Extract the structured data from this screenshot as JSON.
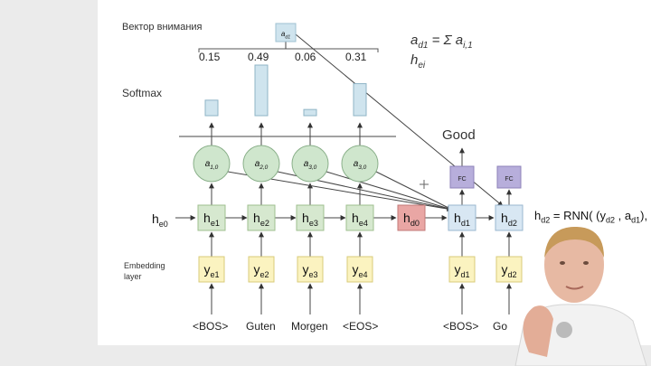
{
  "slide": {
    "title": "Вектор внимания",
    "attention_top_label": "a",
    "attention_top_sub": "d1",
    "formula_a": "a",
    "formula_a_sub": "d1",
    "formula_a_rest": " = Σ a",
    "formula_a_rest_sub": "i,1",
    "formula_h": "h",
    "formula_h_sub": "ei",
    "softmax_label": "Softmax",
    "weights": [
      "0.15",
      "0.49",
      "0.06",
      "0.31"
    ],
    "weight_values": [
      0.15,
      0.49,
      0.06,
      0.31
    ],
    "output_word": "Good",
    "fc_label": "FC",
    "rnn_formula": "h",
    "rnn_formula_sub": "d2",
    "rnn_formula_rest": " = RNN( (y",
    "rnn_formula_rest_sub": "d2",
    "rnn_formula_tail": " , a",
    "rnn_formula_tail_sub": "d1",
    "rnn_formula_end": "),",
    "embedding_label": "Embedding\nlayer",
    "he0_label": "h",
    "he0_sub": "e0",
    "attention_nodes": [
      {
        "main": "a",
        "sub": "1,0"
      },
      {
        "main": "a",
        "sub": "2,0"
      },
      {
        "main": "a",
        "sub": "3,0"
      },
      {
        "main": "a",
        "sub": "3,0"
      }
    ],
    "encoder_states": [
      {
        "main": "h",
        "sub": "e1"
      },
      {
        "main": "h",
        "sub": "e2"
      },
      {
        "main": "h",
        "sub": "e3"
      },
      {
        "main": "h",
        "sub": "e4"
      }
    ],
    "decoder_start": {
      "main": "h",
      "sub": "d0"
    },
    "decoder_states": [
      {
        "main": "h",
        "sub": "d1"
      },
      {
        "main": "h",
        "sub": "d2"
      }
    ],
    "encoder_embeddings": [
      {
        "main": "y",
        "sub": "e1"
      },
      {
        "main": "y",
        "sub": "e2"
      },
      {
        "main": "y",
        "sub": "e3"
      },
      {
        "main": "y",
        "sub": "e4"
      }
    ],
    "decoder_embeddings": [
      {
        "main": "y",
        "sub": "d1"
      },
      {
        "main": "y",
        "sub": "d2"
      }
    ],
    "input_tokens": [
      "<BOS>",
      "Guten",
      "Morgen",
      "<EOS>",
      "<BOS>",
      "Go"
    ]
  },
  "colors": {
    "bar": "#cfe4ee",
    "attention_node": "#cfe6cd",
    "encoder_box": "#d6e8cf",
    "decoder_start_box": "#e9a6a4",
    "decoder_box": "#d8e7f3",
    "embedding_box": "#fbf3c0",
    "fc_box": "#b7aedb"
  }
}
